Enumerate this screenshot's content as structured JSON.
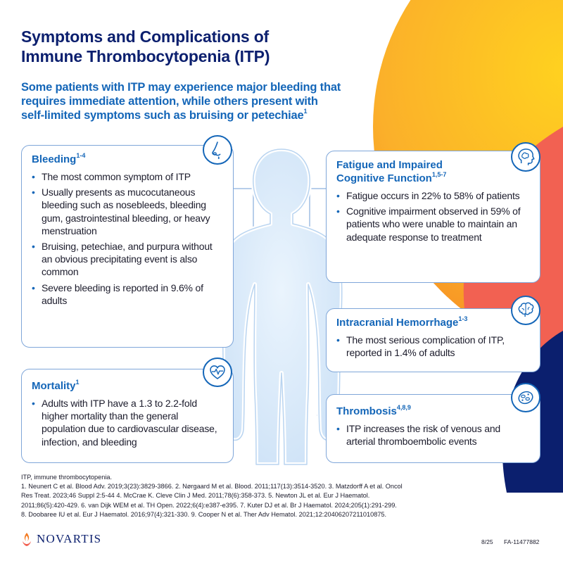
{
  "header": {
    "title_line1": "Symptoms and Complications of",
    "title_line2": "Immune Thrombocytopenia (ITP)",
    "subtitle_line1": "Some patients with ITP may experience major bleeding that",
    "subtitle_line2": "requires immediate attention, while others present with",
    "subtitle_line3": "self-limited symptoms such as bruising or petechiae",
    "subtitle_ref": "1"
  },
  "cards": {
    "bleeding": {
      "title": "Bleeding",
      "ref": "1-4",
      "icon": "nose-bleed-icon",
      "items": [
        "The most common symptom of ITP",
        "Usually presents as mucocutaneous bleeding such as nosebleeds, bleeding gum, gastrointestinal bleeding, or heavy menstruation",
        "Bruising, petechiae, and purpura without an obvious precipitating event is also common",
        "Severe bleeding is reported in 9.6% of adults"
      ]
    },
    "fatigue": {
      "title_line1": "Fatigue and Impaired",
      "title_line2": "Cognitive Function",
      "ref": "1,5-7",
      "icon": "head-brain-icon",
      "items": [
        "Fatigue occurs in 22% to 58% of patients",
        "Cognitive impairment observed in 59% of patients who were unable to maintain an adequate response to treatment"
      ]
    },
    "intracranial": {
      "title": "Intracranial Hemorrhage",
      "ref": "1-3",
      "icon": "brain-icon",
      "items": [
        "The most serious complication of ITP, reported in 1.4% of adults"
      ]
    },
    "mortality": {
      "title": "Mortality",
      "ref": "1",
      "icon": "heart-heartbeat-icon",
      "items": [
        "Adults with ITP have a 1.3 to 2.2-fold higher mortality than the general population due to cardiovascular disease, infection, and bleeding"
      ]
    },
    "thrombosis": {
      "title": "Thrombosis",
      "ref": "4,8,9",
      "icon": "blood-clot-icon",
      "items": [
        "ITP increases the risk of venous and arterial thromboembolic events"
      ]
    }
  },
  "references": {
    "abbreviation": "ITP, immune thrombocytopenia.",
    "line1": "1. Neunert C et al. Blood Adv. 2019;3(23):3829-3866. 2. Nørgaard M et al. Blood. 2011;117(13):3514-3520. 3. Matzdorff A et al. Oncol",
    "line2": "Res Treat. 2023;46 Suppl 2:5-44 4. McCrae K. Cleve Clin J Med. 2011;78(6):358-373. 5. Newton JL et al. Eur J Haematol.",
    "line3": "2011;86(5):420-429. 6. van Dijk WEM et al. TH Open. 2022;6(4):e387-e395. 7. Kuter DJ et al. Br J Haematol. 2024;205(1):291-299.",
    "line4": "8. Doobaree IU et al. Eur J Haematol. 2016;97(4):321-330. 9. Cooper N et al. Ther Adv Hematol. 2021;12:20406207211010875."
  },
  "footer": {
    "brand": "NOVARTIS",
    "date": "8/25",
    "code": "FA-11477882"
  },
  "colors": {
    "title": "#0b1f6e",
    "accent": "#1466b8",
    "card_border": "#7fa6d9",
    "orange": "#f7941d",
    "coral": "#f26152",
    "navy": "#0b1f6e",
    "body_fill": "#e4f0fb"
  }
}
